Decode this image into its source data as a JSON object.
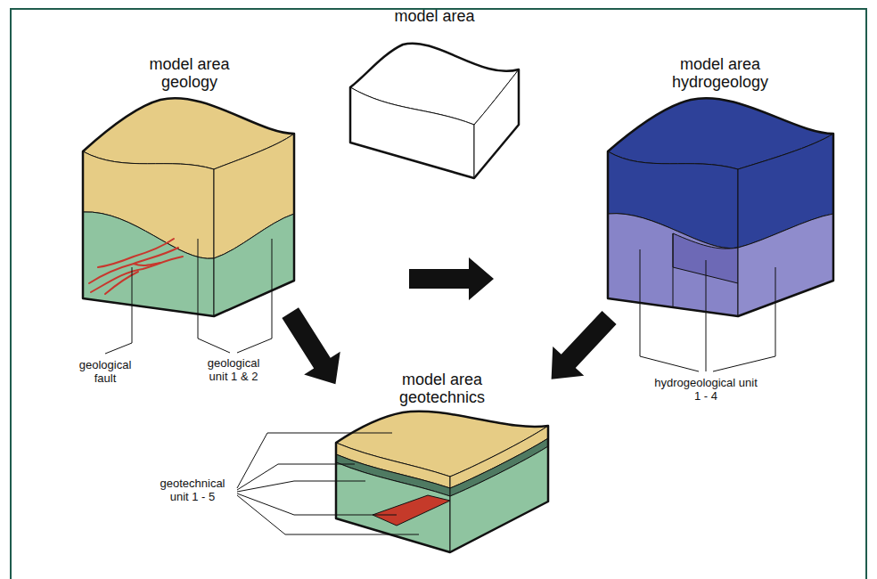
{
  "diagram": {
    "nodes": [
      {
        "text": [
          "model area"
        ]
      },
      {
        "text": [
          "model area geology"
        ]
      },
      {
        "text": [
          "model area hydrogeology"
        ]
      },
      {
        "text": [
          "model area geotechnics"
        ]
      }
    ],
    "edges": [
      {
        "from": 1,
        "to": 2,
        "arrow": "to"
      },
      {
        "from": 1,
        "to": 3,
        "arrow": "to"
      },
      {
        "from": 2,
        "to": 3,
        "arrow": "to"
      }
    ],
    "labels": [
      "geological fault",
      "geological unit 1 & 2",
      "hydrogeological unit 1 - 4",
      "geotechnical unit 1 - 5"
    ]
  }
}
